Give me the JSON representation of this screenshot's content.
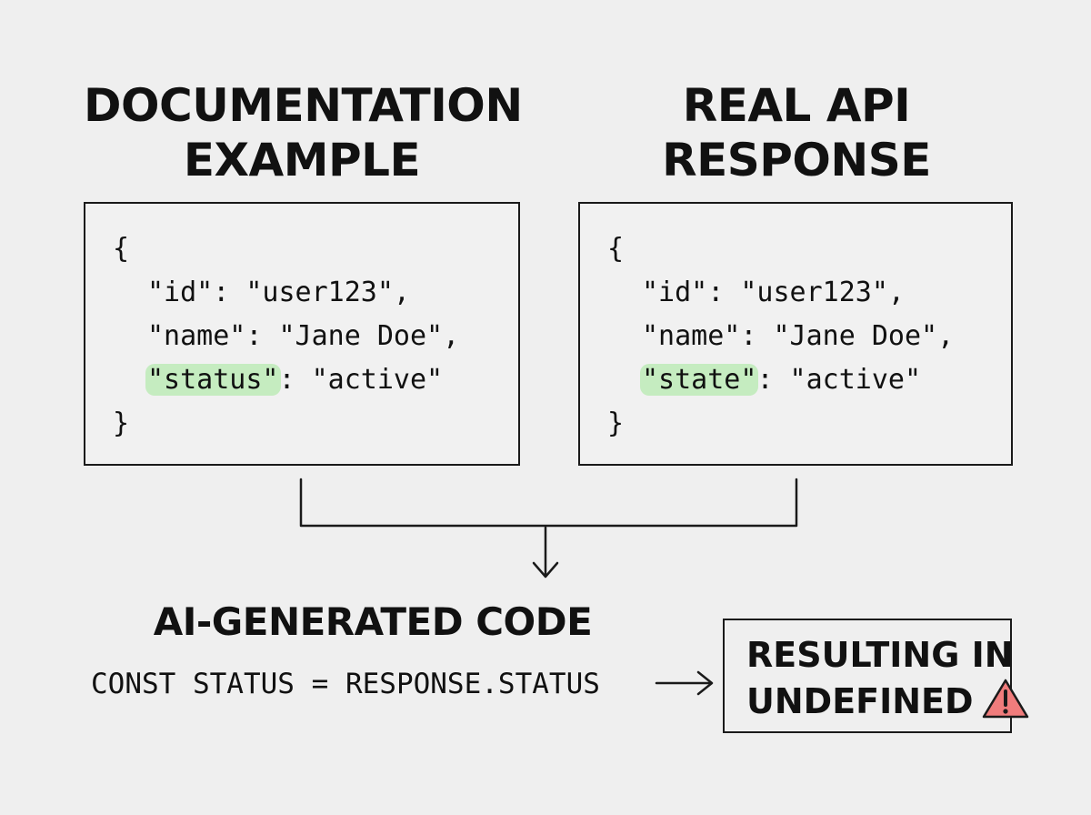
{
  "documentation": {
    "heading_line1": "DOCUMENTATION",
    "heading_line2": "EXAMPLE",
    "code": {
      "open": "{",
      "id_line": "\"id\": \"user123\",",
      "name_line": "\"name\": \"Jane Doe\",",
      "key_highlight": "\"status\"",
      "key_rest": ": \"active\"",
      "close": "}"
    }
  },
  "api": {
    "heading_line1": "REAL API",
    "heading_line2": "RESPONSE",
    "code": {
      "open": "{",
      "id_line": "\"id\": \"user123\",",
      "name_line": "\"name\": \"Jane Doe\",",
      "key_highlight": "\"state\"",
      "key_rest": ": \"active\"",
      "close": "}"
    }
  },
  "ai": {
    "heading": "AI-GENERATED CODE",
    "code_line": "CONST STATUS = RESPONSE.STATUS"
  },
  "result": {
    "line1": "RESULTING IN",
    "line2": "UNDEFINED",
    "icon": "warning-icon"
  },
  "colors": {
    "background": "#efefef",
    "highlight": "#c5ecc0",
    "warning": "#f07c7c",
    "ink": "#111111"
  }
}
